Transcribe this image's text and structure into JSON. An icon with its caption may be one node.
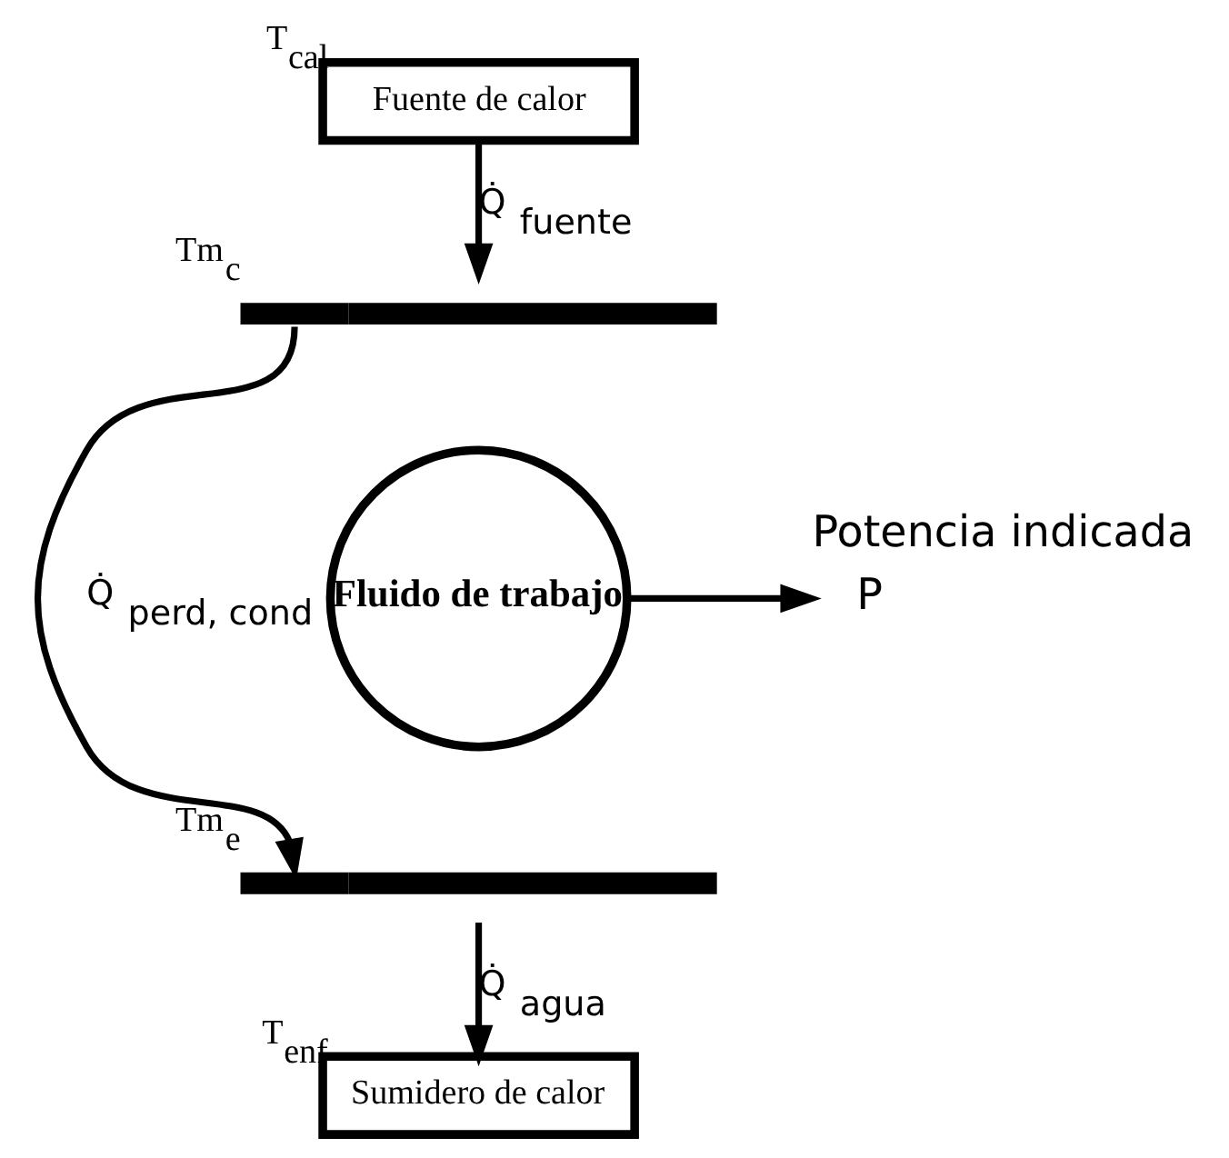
{
  "diagram": {
    "nodes": [
      {
        "text": [
          "Fuente de calor"
        ],
        "beside": [
          "T$_{cal}$"
        ]
      },
      {
        "text": [],
        "shape": "bar",
        "beside": [
          "Tm$_{c}$"
        ]
      },
      {
        "text": [
          "Fluido de trabajo"
        ]
      },
      {
        "text": [
          "P"
        ],
        "beside": [
          "Potencia indicada"
        ]
      },
      {
        "text": [],
        "shape": "bar",
        "beside": [
          "Tm$_{e}$"
        ]
      },
      {
        "text": [
          "Sumidero de calor"
        ],
        "beside": [
          "T$_{enf}$"
        ]
      }
    ],
    "edges": [
      {
        "from": 0,
        "to": 1,
        "arrow": "to",
        "label": "Q̇ $_{fuente}$"
      },
      {
        "from": 1,
        "to": 4,
        "arrow": "to",
        "label": "Q̇ $_{perd, cond}$"
      },
      {
        "from": 2,
        "to": 3,
        "arrow": "to"
      },
      {
        "from": 4,
        "to": 5,
        "arrow": "to",
        "label": "Q̇ $_{agua}$"
      }
    ]
  }
}
